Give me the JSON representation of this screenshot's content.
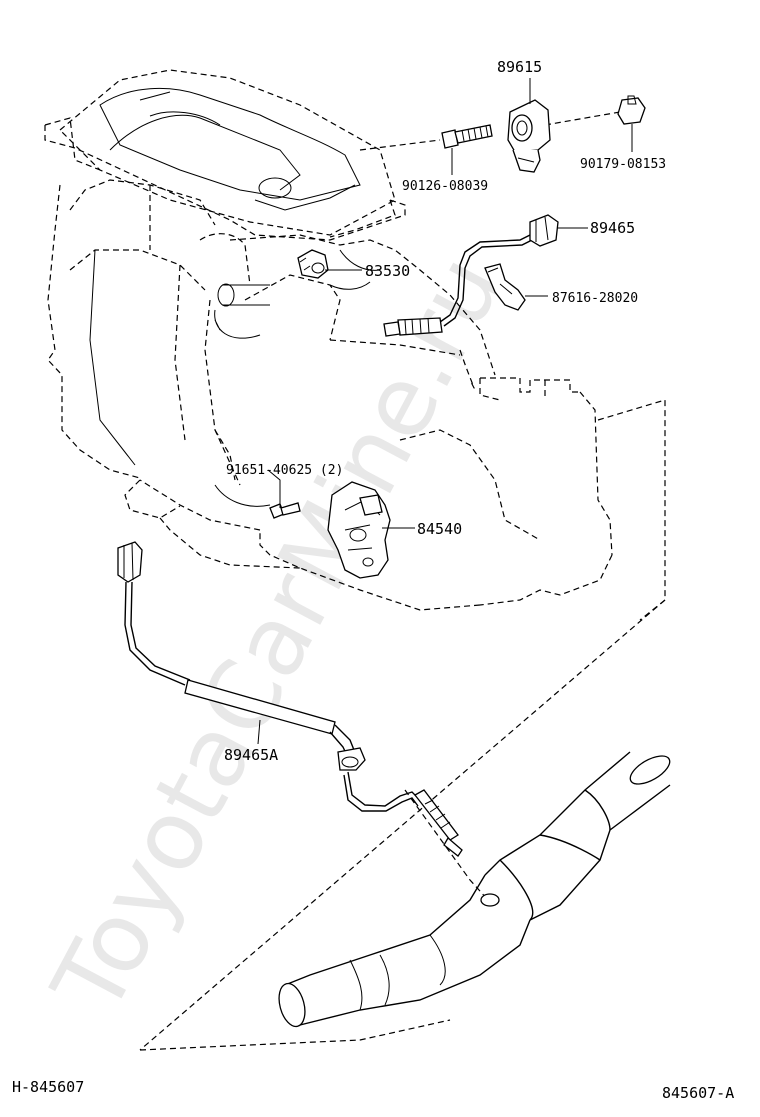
{
  "watermark": "ToyotaCarMine.ru",
  "figure_ref_left": "H-845607",
  "figure_ref_right": "845607-A",
  "parts": {
    "knock_sensor": "89615",
    "stud_bolt": "90126-08039",
    "nut": "90179-08153",
    "oxygen_sensor_upper": "89465",
    "clamp": "87616-28020",
    "oil_pressure_switch": "83530",
    "bolt": "91651-40625 (2)",
    "neutral_start_switch": "84540",
    "oxygen_sensor_lower": "89465A"
  }
}
